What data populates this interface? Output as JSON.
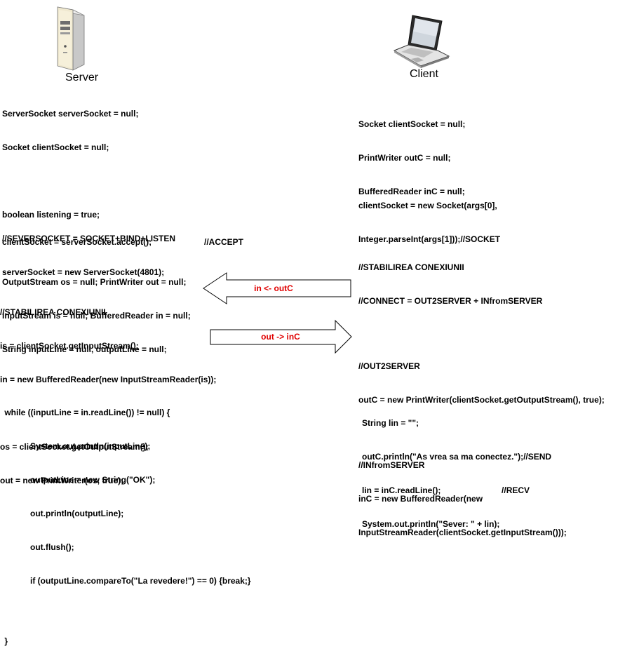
{
  "server": {
    "caption": "Server",
    "declarations": [
      "ServerSocket serverSocket = null;",
      "Socket clientSocket = null;",
      "",
      "boolean listening = true;",
      "",
      "OutputStream os = null; PrintWriter out = null;",
      "InputStream is = null; BufferedReader in = null;",
      "String inputLine = null, outputLine = null;"
    ],
    "serversocket_block": [
      "//SEVERSOCKET = SOCKET+BIND+LISTEN",
      "serverSocket = new ServerSocket(4801);"
    ],
    "accept_line": "clientSocket = serverSocket.accept();",
    "accept_comment": "//ACCEPT",
    "connection_block": [
      "//STABILIREA CONEXIUNII",
      "is = clientSocket.getInputStream();",
      "in = new BufferedReader(new InputStreamReader(is));",
      "",
      "os = clientSocket.getOutputStream();",
      "out = new PrintWriter(os, true);"
    ],
    "loop_block": [
      " while ((inputLine = in.readLine()) != null) {",
      "            System.out.println(inputLine);",
      "            outputLine = new String(\"OK\");",
      "            out.println(outputLine);",
      "            out.flush();",
      "            if (outputLine.compareTo(\"La revedere!\") == 0) {break;}",
      "",
      " }"
    ]
  },
  "client": {
    "caption": "Client",
    "declarations": [
      "Socket clientSocket = null;",
      "PrintWriter outC = null;",
      "BufferedReader inC = null;"
    ],
    "socket_block": [
      "clientSocket = new Socket(args[0],",
      "Integer.parseInt(args[1]));//SOCKET"
    ],
    "connection_block": [
      "//STABILIREA CONEXIUNII",
      "//CONNECT = OUT2SERVER + INfromSERVER",
      "",
      "//OUT2SERVER",
      "outC = new PrintWriter(clientSocket.getOutputStream(), true);",
      "",
      "//INfromSERVER",
      "inC = new BufferedReader(new",
      "InputStreamReader(clientSocket.getInputStream()));"
    ],
    "send_block": [
      "String lin = \"\";",
      "outC.println(\"As vrea sa ma conectez.\");//SEND",
      "lin = inC.readLine();                          //RECV",
      "System.out.println(\"Sever: \" + lin);"
    ]
  },
  "arrows": {
    "left_label": "in <- outC",
    "right_label": "out -> inC",
    "label_color": "#e00000"
  }
}
